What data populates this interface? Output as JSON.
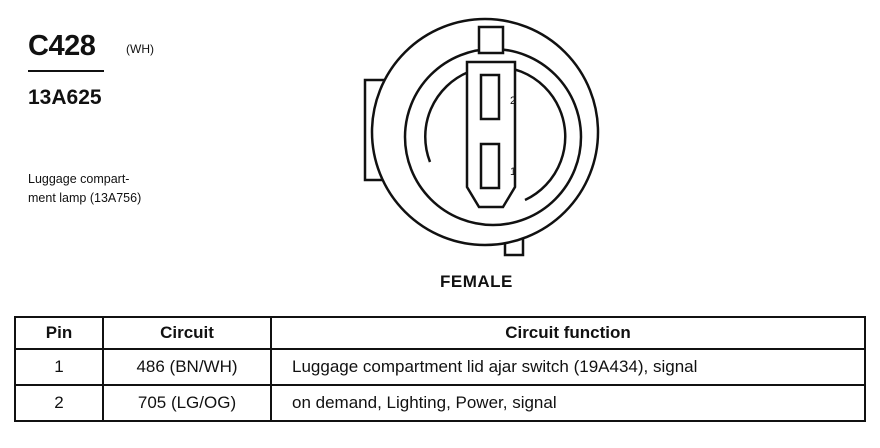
{
  "connector": {
    "id": "C428",
    "color": "(WH)",
    "part_number": "13A625",
    "description_line1": "Luggage compart-",
    "description_line2": "ment lamp (13A756)"
  },
  "view": {
    "label": "FEMALE"
  },
  "terminals": [
    {
      "label": "2"
    },
    {
      "label": "1"
    }
  ],
  "table": {
    "headers": {
      "pin": "Pin",
      "circuit": "Circuit",
      "function": "Circuit function"
    },
    "rows": [
      {
        "pin": "1",
        "circuit": "486 (BN/WH)",
        "function": "Luggage compartment lid ajar switch (19A434), signal"
      },
      {
        "pin": "2",
        "circuit": "705 (LG/OG)",
        "function": "on demand, Lighting, Power, signal"
      }
    ]
  }
}
